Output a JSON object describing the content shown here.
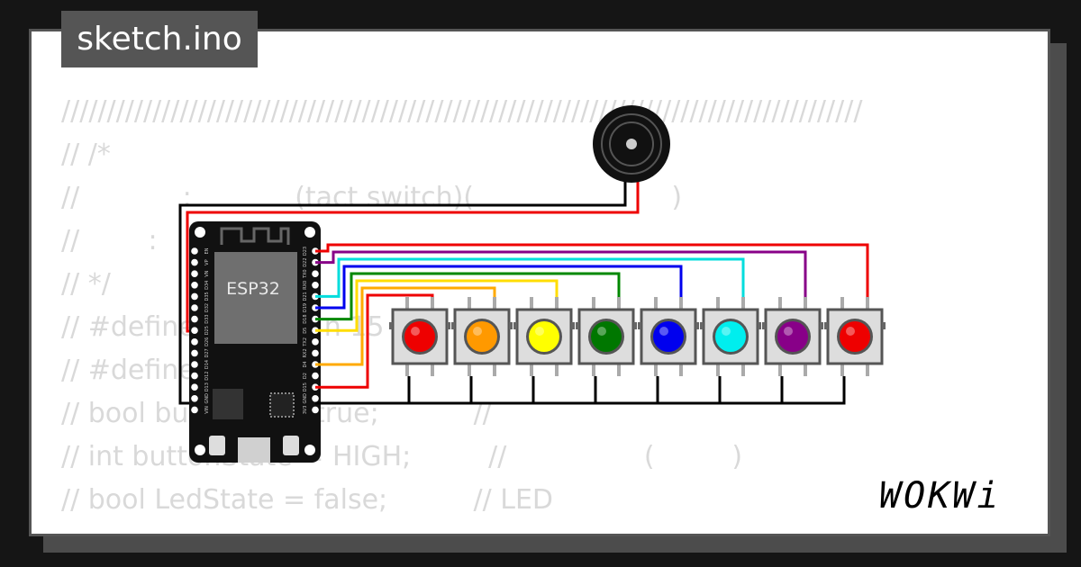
{
  "file_tab": {
    "label": "sketch.ino"
  },
  "code_lines": [
    "////////////////////////////////////////////////////////////////////////////////////////",
    "// /*",
    "//            :            (tact switch)(                       )",
    "//        :",
    "// */",
    "// #define               n 15",
    "// #define",
    "// bool bu           = true;           //",
    "// int buttonState = HIGH;         //                (         )",
    "// bool LedState = false;          // LED"
  ],
  "board": {
    "label": "ESP32",
    "left_pins": [
      "EN",
      "VP",
      "VN",
      "D34",
      "D35",
      "D32",
      "D33",
      "D25",
      "D26",
      "D27",
      "D14",
      "D12",
      "D13",
      "GND",
      "VIN"
    ],
    "right_pins": [
      "D23",
      "D22",
      "TX0",
      "RX0",
      "D21",
      "D19",
      "D18",
      "D5",
      "TX2",
      "RX2",
      "D4",
      "D2",
      "D15",
      "GND",
      "3V3"
    ]
  },
  "buttons": [
    {
      "color": "#ee0000",
      "wire": "#ee0000"
    },
    {
      "color": "#ff9900",
      "wire": "#ffaa00"
    },
    {
      "color": "#ffff00",
      "wire": "#ffdd00"
    },
    {
      "color": "#007700",
      "wire": "#008800"
    },
    {
      "color": "#0000ee",
      "wire": "#0000ee"
    },
    {
      "color": "#00eeee",
      "wire": "#00dddd"
    },
    {
      "color": "#880088",
      "wire": "#880088"
    },
    {
      "color": "#ee0000",
      "wire": "#ee0000"
    }
  ],
  "brand": {
    "label": "WOKWi"
  }
}
